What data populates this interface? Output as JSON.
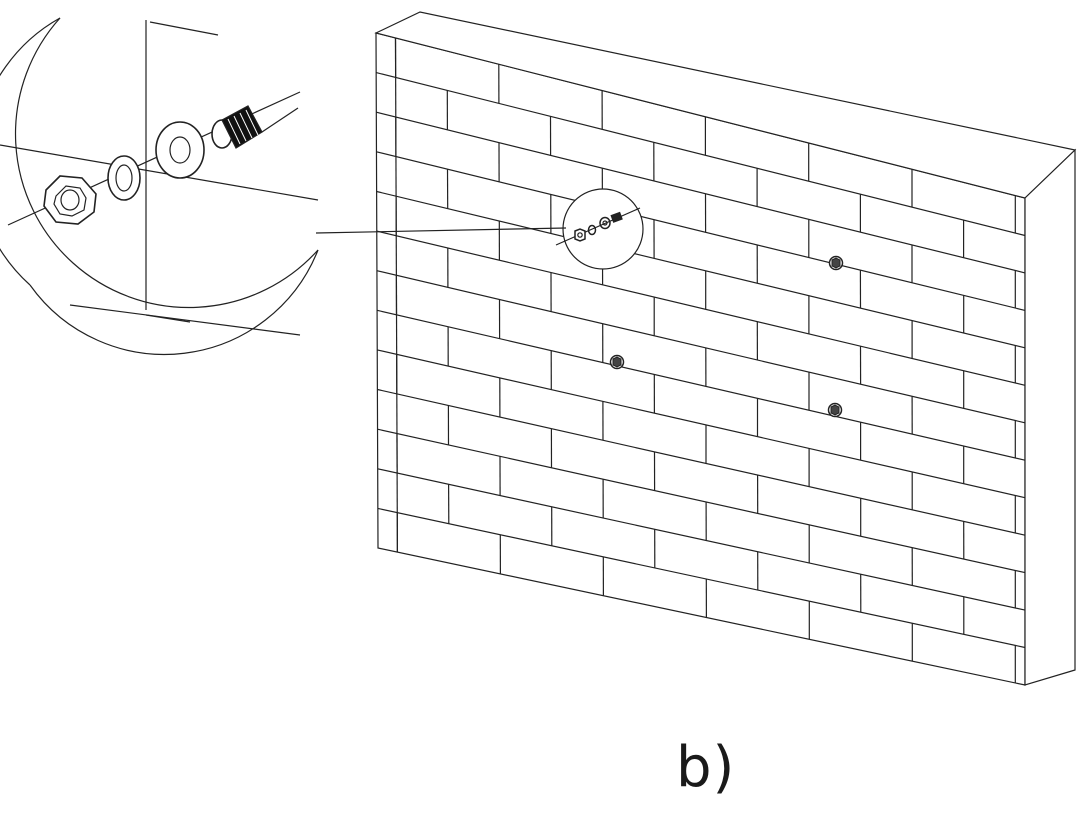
{
  "figure": {
    "caption": "b)",
    "line_color": "#222222",
    "background": "#ffffff",
    "wall": {
      "brick_rows": 13,
      "bricks_per_row": 6,
      "anchor_count": 4
    },
    "detail_callout": {
      "parts": [
        "hex-nut",
        "spring-washer",
        "flat-washer",
        "anchor-bolt"
      ]
    }
  }
}
